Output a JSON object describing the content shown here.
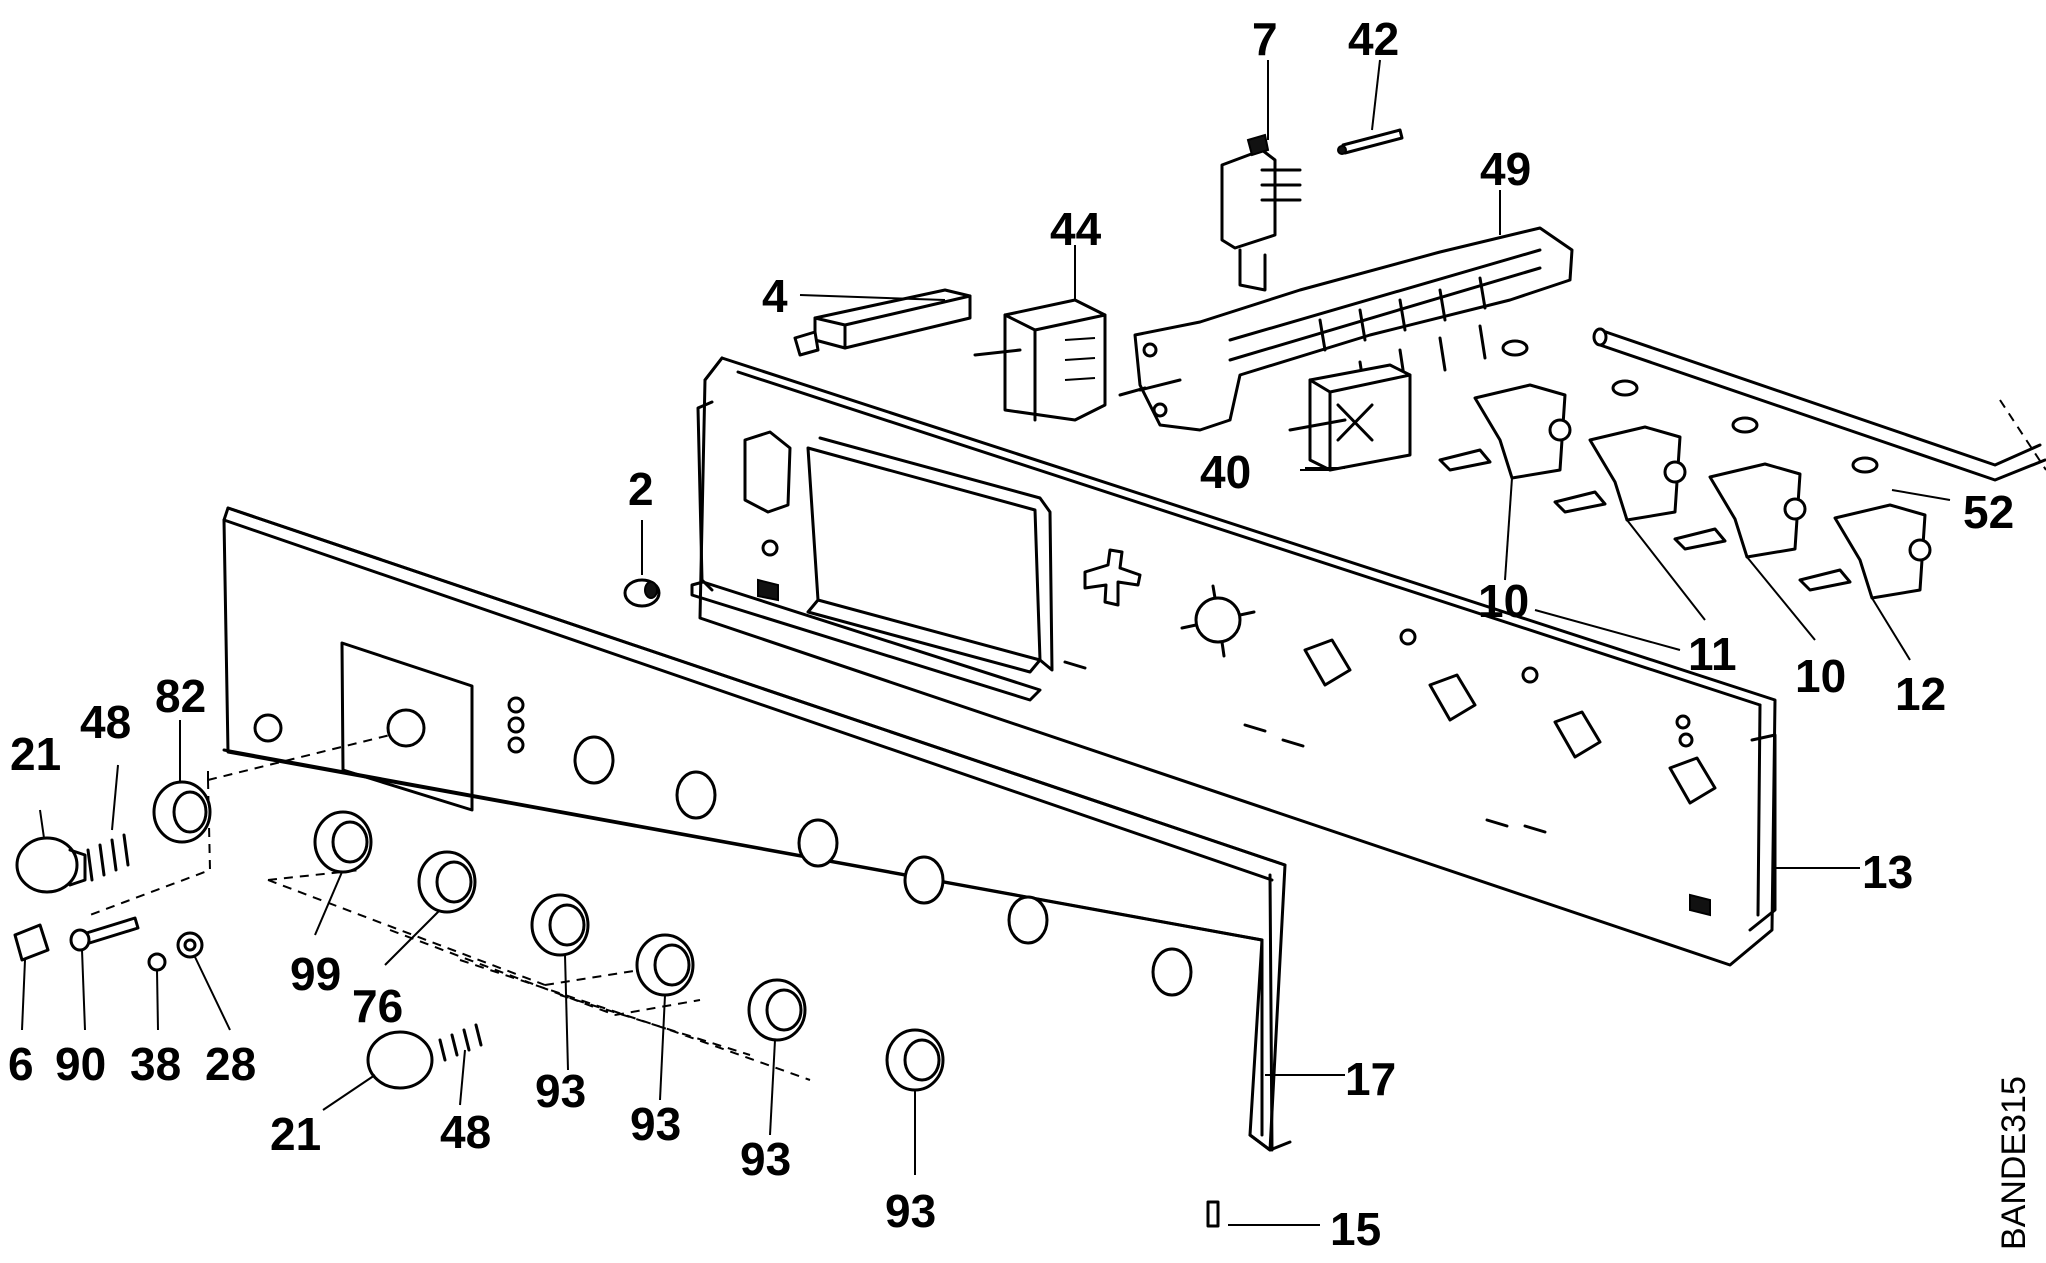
{
  "diagram": {
    "drawing_code": "BANDE315",
    "callouts": [
      {
        "id": "c7",
        "text": "7"
      },
      {
        "id": "c42",
        "text": "42"
      },
      {
        "id": "c49",
        "text": "49"
      },
      {
        "id": "c44",
        "text": "44"
      },
      {
        "id": "c4",
        "text": "4"
      },
      {
        "id": "c40",
        "text": "40"
      },
      {
        "id": "c2",
        "text": "2"
      },
      {
        "id": "c52",
        "text": "52"
      },
      {
        "id": "c10a",
        "text": "10"
      },
      {
        "id": "c11",
        "text": "11"
      },
      {
        "id": "c10b",
        "text": "10"
      },
      {
        "id": "c12",
        "text": "12"
      },
      {
        "id": "c13",
        "text": "13"
      },
      {
        "id": "c82",
        "text": "82"
      },
      {
        "id": "c48a",
        "text": "48"
      },
      {
        "id": "c21a",
        "text": "21"
      },
      {
        "id": "c6",
        "text": "6"
      },
      {
        "id": "c90",
        "text": "90"
      },
      {
        "id": "c38",
        "text": "38"
      },
      {
        "id": "c28",
        "text": "28"
      },
      {
        "id": "c99",
        "text": "99"
      },
      {
        "id": "c76",
        "text": "76"
      },
      {
        "id": "c93a",
        "text": "93"
      },
      {
        "id": "c93b",
        "text": "93"
      },
      {
        "id": "c93c",
        "text": "93"
      },
      {
        "id": "c93d",
        "text": "93"
      },
      {
        "id": "c21b",
        "text": "21"
      },
      {
        "id": "c48b",
        "text": "48"
      },
      {
        "id": "c17",
        "text": "17"
      },
      {
        "id": "c15",
        "text": "15"
      }
    ]
  }
}
